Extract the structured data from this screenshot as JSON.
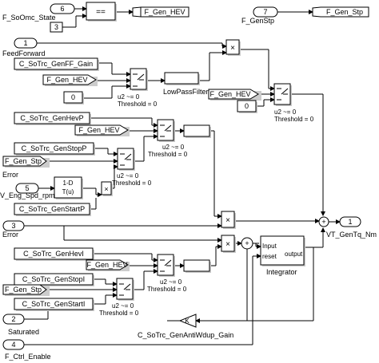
{
  "inports": {
    "state_port": "6",
    "feedforward_port": "1",
    "speed_port": "5",
    "error_port": "3",
    "saturated_port": "2",
    "enable_port": "4"
  },
  "outports": {
    "genstp_port": "7",
    "out_port": "1"
  },
  "labels": {
    "state": "F_SoOmc_State",
    "feedforward": "FeedForward",
    "speed": "V_Eng_Spd_rpm",
    "error": "Error",
    "saturated": "Saturated",
    "enable": "F_Ctrl_Enable",
    "genstp": "F_GenStp",
    "output": "VT_GenTq_Nm"
  },
  "constants": {
    "three": "3",
    "zero_a": "0",
    "zero_b": "0",
    "ff_gain": "C_SoTrc_GenFF_Gain",
    "hev_p": "C_SoTrc_GenHevP",
    "stop_p": "C_SoTrc_GenStopP",
    "start_p": "C_SoTrc_GenStartP",
    "hev_i": "C_SoTrc_GenHevI",
    "stop_i": "C_SoTrc_GenStopI",
    "start_i": "C_SoTrc_GenStartI",
    "antiwindup": "C_SoTrc_GenAntiWdup_Gain"
  },
  "gotos": {
    "gen_hev": "F_Gen_HEV",
    "gen_stp": "F_Gen_Stp"
  },
  "froms": {
    "hev": "F_Gen_HEV",
    "stp": "F_Gen_Stp"
  },
  "blocks": {
    "equal": "==",
    "lowpass": "LowPassFilter",
    "lookup_top": "1-D",
    "lookup_bot": "T(u)",
    "integrator": "Integrator",
    "input": "Input",
    "reset": "reset",
    "output": "output",
    "product": "×",
    "sum": "+"
  },
  "switch_text": {
    "cond": "u2 ~= 0",
    "threshold": "Threshold = 0"
  }
}
